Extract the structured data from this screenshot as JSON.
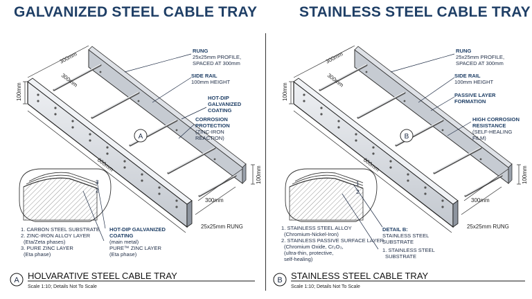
{
  "left": {
    "title": "GALVANIZED STEEL CABLE TRAY",
    "marker": "A",
    "dims": {
      "top_width": "300mm",
      "rung_spacing": "300mm",
      "height": "100mm",
      "length": "600mm",
      "right_height": "100mm",
      "bottom_width": "300mm",
      "rung_size": "25x25mm RUNG"
    },
    "callouts": {
      "rung_title": "RUNG",
      "rung_line1": "25x25mm PROFILE,",
      "rung_line2": "SPACED AT 300mm",
      "side_rail_title": "SIDE RAIL",
      "side_rail_line1": "100mm HEIGHT",
      "coating_line1": "HOT-DIP",
      "coating_line2": "GALVANIZED",
      "coating_line3": "COATING",
      "corrosion_line1": "CORROSION",
      "corrosion_line2": "PROTECTION",
      "corrosion_line3": "(ZINC-IRON",
      "corrosion_line4": "REACTION)"
    },
    "layer_numbers": [
      "3",
      "2"
    ],
    "legend": {
      "item1": "1. CARBON STEEL SUBSTRATE",
      "item2a": "2. ZINC-IRON ALLOY LAYER",
      "item2b": "(Eta/Zeta phases)",
      "item3a": "3. PURE ZINC LAYER",
      "item3b": "(Eta phase)"
    },
    "detail": {
      "line1": "HOT-DIP GALVANIZED",
      "line2": "COATING",
      "line3": "(main metal)",
      "line4": "PURE™ ZINC LAYER",
      "line5": "(Eta phase)"
    },
    "footer": {
      "circle": "A",
      "title": "HOLVARATIVE STEEL CABLE TRAY",
      "scale": "Scale 1:10; Details Not To Scale"
    }
  },
  "right": {
    "title": "STAINLESS STEEL CABLE TRAY",
    "marker": "B",
    "dims": {
      "top_width": "300mm",
      "rung_spacing": "300mm",
      "height": "100mm",
      "length": "600mm",
      "right_height": "100mm",
      "bottom_width": "300mm",
      "rung_size": "25x25mm RUNG"
    },
    "callouts": {
      "rung_title": "RUNG",
      "rung_line1": "25x25mm PROFILE,",
      "rung_line2": "SPACED AT 300mm",
      "side_rail_title": "SIDE RAIL",
      "side_rail_line1": "100mm HEIGHT",
      "passive_line1": "PASSIVE LAYER",
      "passive_line2": "FORMATION",
      "corrosion_line1": "HIGH CORROSION",
      "corrosion_line2": "RESISTANCE",
      "corrosion_line3": "(SELF-HEALING",
      "corrosion_line4": "FILM)"
    },
    "layer_numbers": [
      "1",
      "2"
    ],
    "legend": {
      "item1a": "1. STAINLESS STEEL ALLOY",
      "item1b": "(Chromium-Nickel-Iron)",
      "item2a": "2. STAINLESS PASSIVE SURFACE LAYER",
      "item2b": "(Chromium Oxide, Cr₂O₃,",
      "item2c": "(ultra-thin, protective,",
      "item2d": "self-healing)"
    },
    "detail": {
      "line1": "DETAIL B:",
      "line2": "STAINLESS STEEL",
      "line3": "SUBSTRATE",
      "line4": "1. STAINLESS STEEL",
      "line5": "SUBSTRATE"
    },
    "footer": {
      "circle": "B",
      "title": "STAINLESS STEEL CABLE TRAY",
      "scale": "Scale 1:10; Details Not To Scale"
    }
  },
  "colors": {
    "title_blue": "#1f3f66",
    "ink": "#1d2b44",
    "steel_light": "#e6e9ee",
    "steel_mid": "#c9ced6",
    "steel_dark": "#9aa1ab"
  }
}
